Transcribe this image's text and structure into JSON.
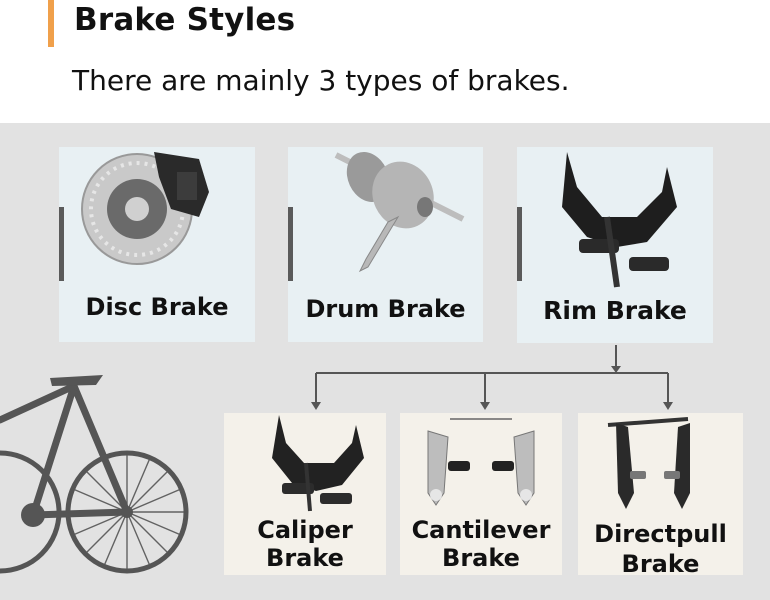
{
  "header": {
    "title": "Brake Styles",
    "subtitle": "There are mainly 3 types of brakes."
  },
  "top_brakes": [
    {
      "label": "Disc Brake",
      "icon": "disc-brake-icon"
    },
    {
      "label": "Drum Brake",
      "icon": "drum-brake-icon"
    },
    {
      "label": "Rim Brake",
      "icon": "rim-brake-icon"
    }
  ],
  "rim_subtypes": [
    {
      "line1": "Caliper",
      "line2": "Brake",
      "icon": "caliper-brake-icon"
    },
    {
      "line1": "Cantilever",
      "line2": "Brake",
      "icon": "cantilever-brake-icon"
    },
    {
      "line1": "Directpull",
      "line2": "Brake",
      "icon": "directpull-brake-icon"
    }
  ],
  "colors": {
    "accent": "#f0a04b",
    "panel": "#e2e2e2",
    "top_card": "#e8f0f3",
    "bottom_card": "#f4f1ea",
    "bike": "#555555",
    "connector": "#555555"
  }
}
